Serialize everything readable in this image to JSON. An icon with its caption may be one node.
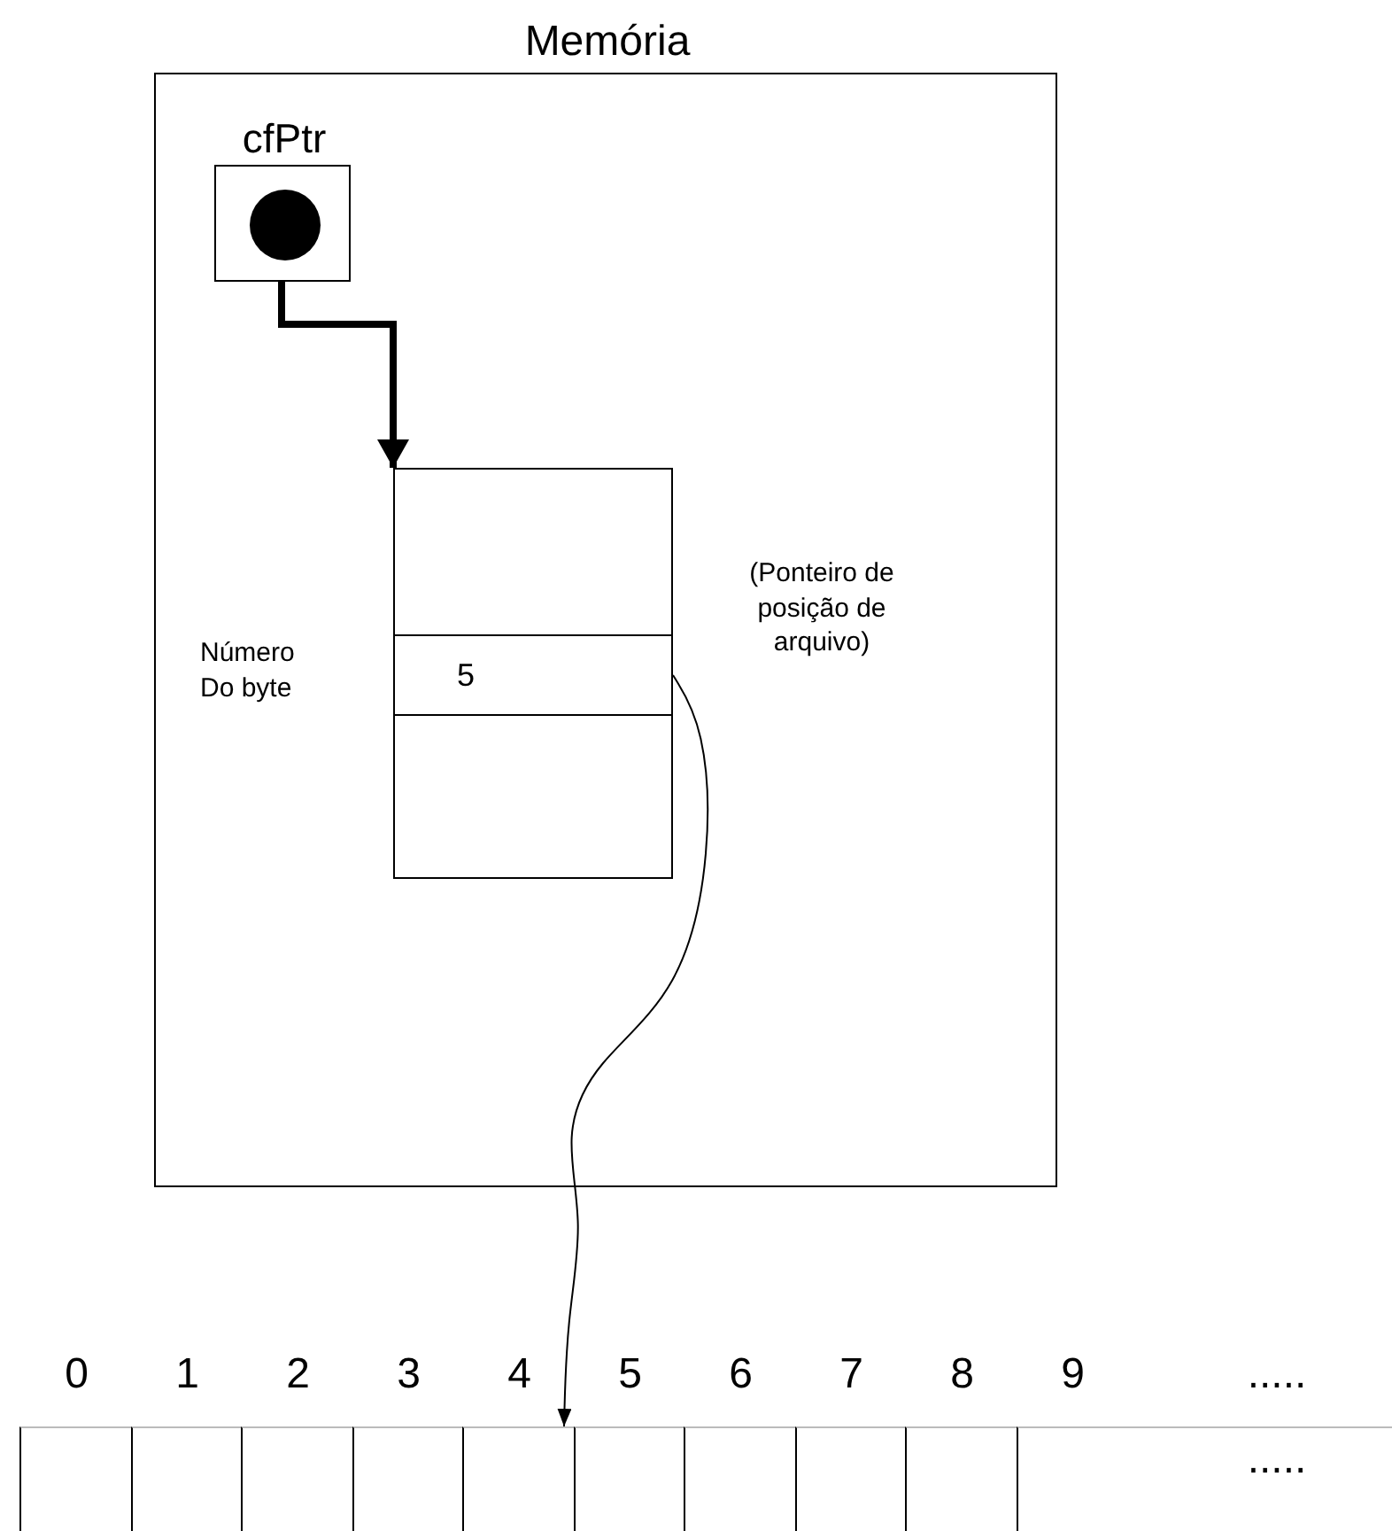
{
  "diagram": {
    "nodes": [
      {
        "text": [
          "Memória"
        ]
      },
      {
        "text": [
          "cfPtr"
        ],
        "in": 0
      },
      {
        "text": [],
        "shape": "box",
        "in": 0
      },
      {
        "text": [
          "5"
        ],
        "in": 2,
        "beside": [
          "Número Do byte",
          "(Ponteiro de posição de arquivo)"
        ]
      },
      {
        "text": [
          "0"
        ]
      },
      {
        "text": [
          "1"
        ]
      },
      {
        "text": [
          "2"
        ]
      },
      {
        "text": [
          "3"
        ]
      },
      {
        "text": [
          "4"
        ]
      },
      {
        "text": [
          "5"
        ]
      },
      {
        "text": [
          "6"
        ]
      },
      {
        "text": [
          "7"
        ]
      },
      {
        "text": [
          "8"
        ]
      },
      {
        "text": [
          "9"
        ]
      },
      {
        "text": [
          ".....",
          "....."
        ]
      }
    ],
    "edges": [
      {
        "from": 1,
        "to": 2,
        "arrow": "to",
        "style": "thick"
      },
      {
        "from": 3,
        "to": 9,
        "arrow": "to"
      }
    ]
  }
}
